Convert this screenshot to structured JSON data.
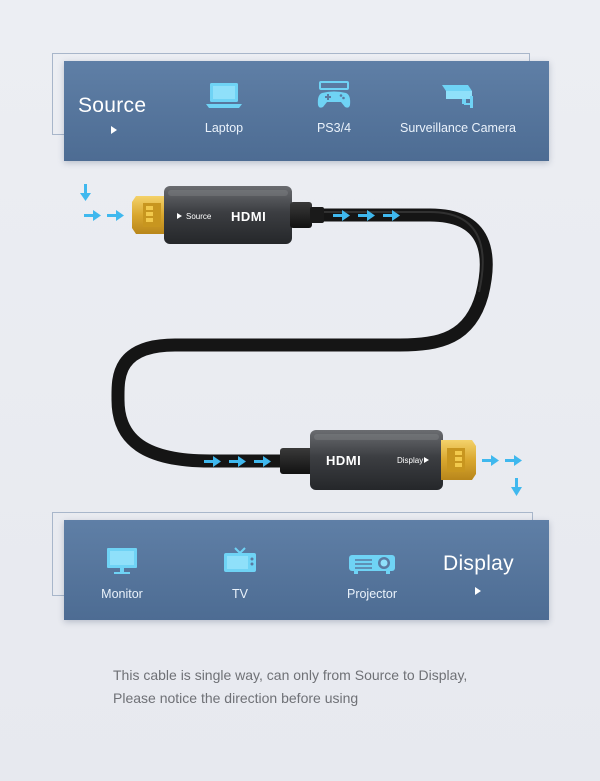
{
  "source_panel": {
    "title": "Source",
    "devices": [
      {
        "label": "Laptop",
        "icon": "laptop-icon"
      },
      {
        "label": "PS3/4",
        "icon": "gamepad-icon"
      },
      {
        "label": "Surveillance Camera",
        "icon": "cctv-camera-icon"
      }
    ]
  },
  "display_panel": {
    "title": "Display",
    "devices": [
      {
        "label": "Monitor",
        "icon": "monitor-icon"
      },
      {
        "label": "TV",
        "icon": "tv-icon"
      },
      {
        "label": "Projector",
        "icon": "projector-icon"
      }
    ]
  },
  "cable": {
    "source_end_label": "Source",
    "display_end_label": "Display",
    "brand_mark": "HDMI"
  },
  "note": {
    "line1": "This cable is single way, can only from Source to Display,",
    "line2": "Please notice the direction before using"
  },
  "colors": {
    "panel": "#5a7aa1",
    "icon": "#6fd3f5",
    "arrow": "#3fb8ee",
    "connector_gold": "#e2b23a",
    "cable": "#1c1c1c"
  }
}
